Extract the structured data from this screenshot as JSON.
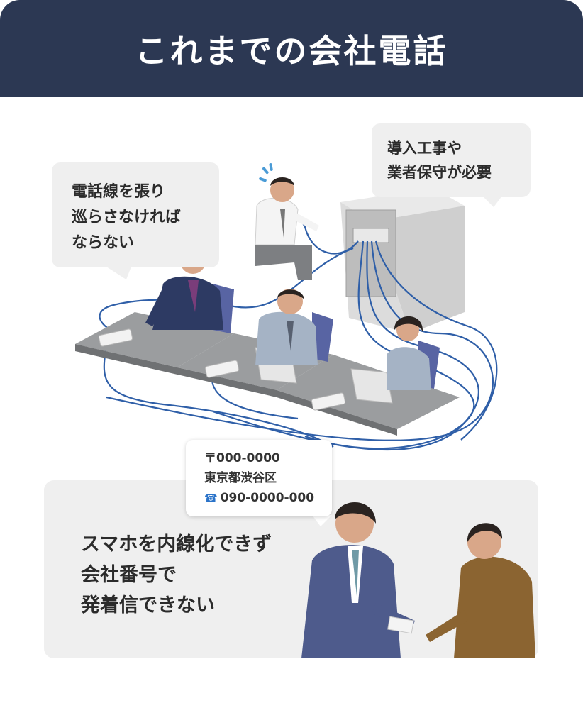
{
  "header": {
    "title": "これまでの会社電話"
  },
  "bubbles": {
    "wiring": [
      "電話線を張り",
      "巡らさなければ",
      "ならない"
    ],
    "installation": [
      "導入工事や",
      "業者保守が必要"
    ]
  },
  "card": {
    "postal": "〒000-0000",
    "address": "東京都渋谷区",
    "phone_icon": "phone-icon",
    "phone": "090-0000-000"
  },
  "bottom": {
    "lines": [
      "スマホを内線化できず",
      "会社番号で",
      "発着信できない"
    ]
  },
  "colors": {
    "header_bg": "#2c3853",
    "bubble_bg": "#efefef",
    "cable": "#2f5fa8",
    "desk": "#8a8c8f",
    "accent_icon": "#2a73c9"
  }
}
